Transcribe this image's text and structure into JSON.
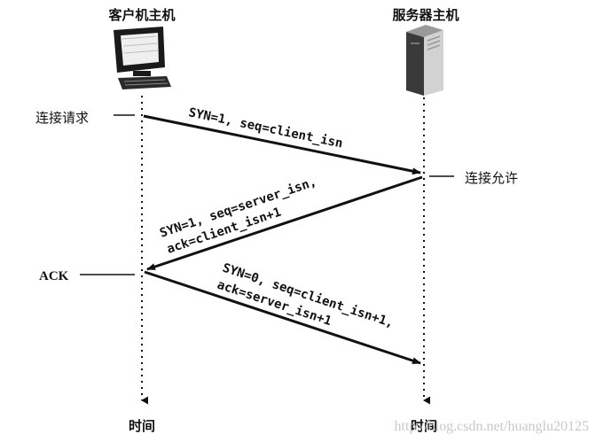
{
  "hosts": {
    "client": {
      "title": "客户机主机",
      "icon": "desktop-computer-icon"
    },
    "server": {
      "title": "服务器主机",
      "icon": "server-tower-icon"
    }
  },
  "events": {
    "connect_request": "连接请求",
    "connect_granted": "连接允许",
    "ack": "ACK"
  },
  "segments": {
    "syn": [
      "SYN=1, seq=client_isn"
    ],
    "synack": [
      "SYN=1, seq=server_isn,",
      "ack=client_isn+1"
    ],
    "ack": [
      "SYN=0, seq=client_isn+1,",
      "ack=server_isn+1"
    ]
  },
  "timeline": {
    "client_time": "时间",
    "server_time": "时间"
  },
  "watermark": "http://blog.csdn.net/huanglu20125",
  "colors": {
    "ink": "#111111",
    "watermark": "#c8c8c8"
  }
}
